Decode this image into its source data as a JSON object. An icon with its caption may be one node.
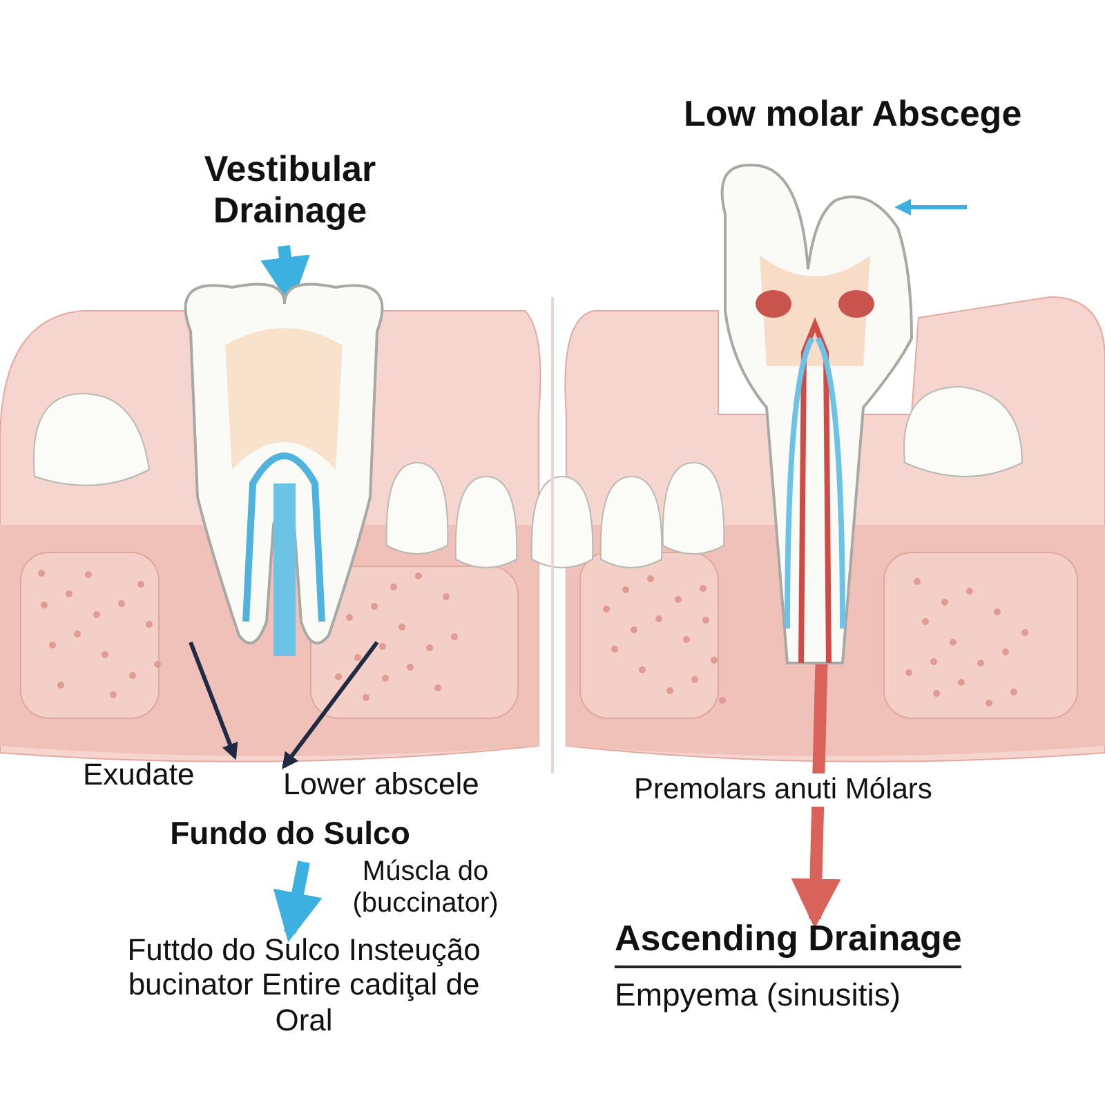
{
  "diagram": {
    "nodes": [
      {
        "text": [
          "Vestibular Drainage"
        ]
      },
      {
        "text": [],
        "shape": "picture"
      },
      {
        "text": [],
        "shape": "picture"
      },
      {
        "text": [
          "Exudate"
        ]
      },
      {
        "text": [
          "Lower abscele"
        ]
      },
      {
        "text": [
          "Fundo do Sulco"
        ]
      },
      {
        "text": [
          "Futtdo do Sulco Insteução bucinator Entire cadiţal de Oral"
        ]
      },
      {
        "text": [
          "Ascending Drainage",
          "Empyema (sinusitis)"
        ]
      }
    ],
    "edges": [
      {
        "from": 0,
        "to": 1,
        "arrow": "to",
        "style": "thick"
      },
      {
        "from": 1,
        "to": 3,
        "arrow": "to",
        "color": "#1f2a44"
      },
      {
        "from": 1,
        "to": 4,
        "arrow": "to",
        "color": "#1f2a44"
      },
      {
        "from": 5,
        "to": 6,
        "arrow": "to",
        "style": "thick"
      },
      {
        "from": null,
        "to": 2,
        "arrow": "to"
      },
      {
        "from": 2,
        "to": 7,
        "arrow": "to",
        "color": "#d9625a",
        "style": "thick"
      }
    ],
    "labels": [
      "Low molar Abscege",
      "Múscla do (buccinator)",
      "Premolars anuti Mólars"
    ]
  }
}
